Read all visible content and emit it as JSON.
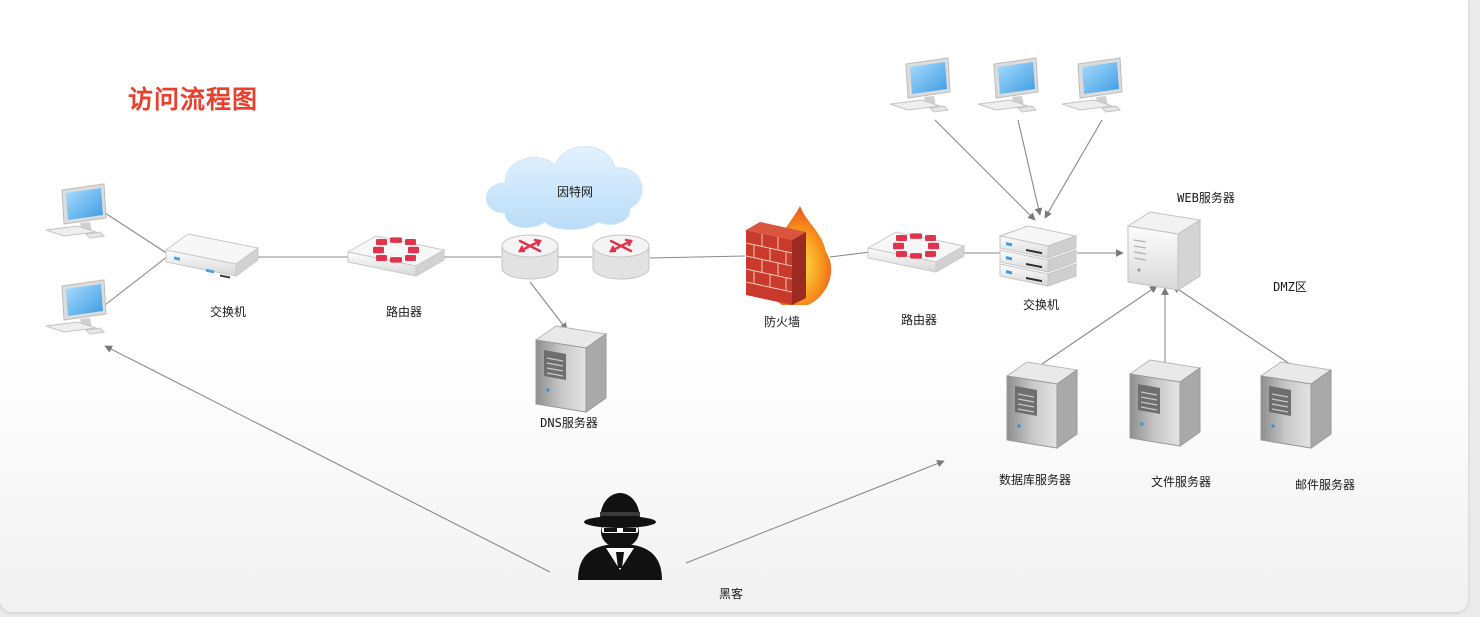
{
  "diagram": {
    "title": "访问流程图",
    "labels": {
      "switch_left": "交换机",
      "router_left": "路由器",
      "internet": "因特网",
      "dns_server": "DNS服务器",
      "firewall": "防火墙",
      "router_right": "路由器",
      "switch_right": "交换机",
      "web_server": "WEB服务器",
      "dmz": "DMZ区",
      "db_server": "数据库服务器",
      "file_server": "文件服务器",
      "mail_server": "邮件服务器",
      "hacker": "黑客"
    },
    "colors": {
      "title": "#e8402c",
      "connector": "#8a8a8a",
      "router_red": "#e0344c",
      "monitor_blue": "#5fb4ee",
      "fire_orange": "#f39a1f",
      "brick": "#c93a2d"
    },
    "icons": {
      "client": "desktop-computer-icon",
      "switch": "network-switch-icon",
      "router": "router-icon",
      "cloud": "cloud-icon",
      "firewall": "firewall-icon",
      "server": "server-tower-icon",
      "hacker": "hacker-icon"
    }
  }
}
